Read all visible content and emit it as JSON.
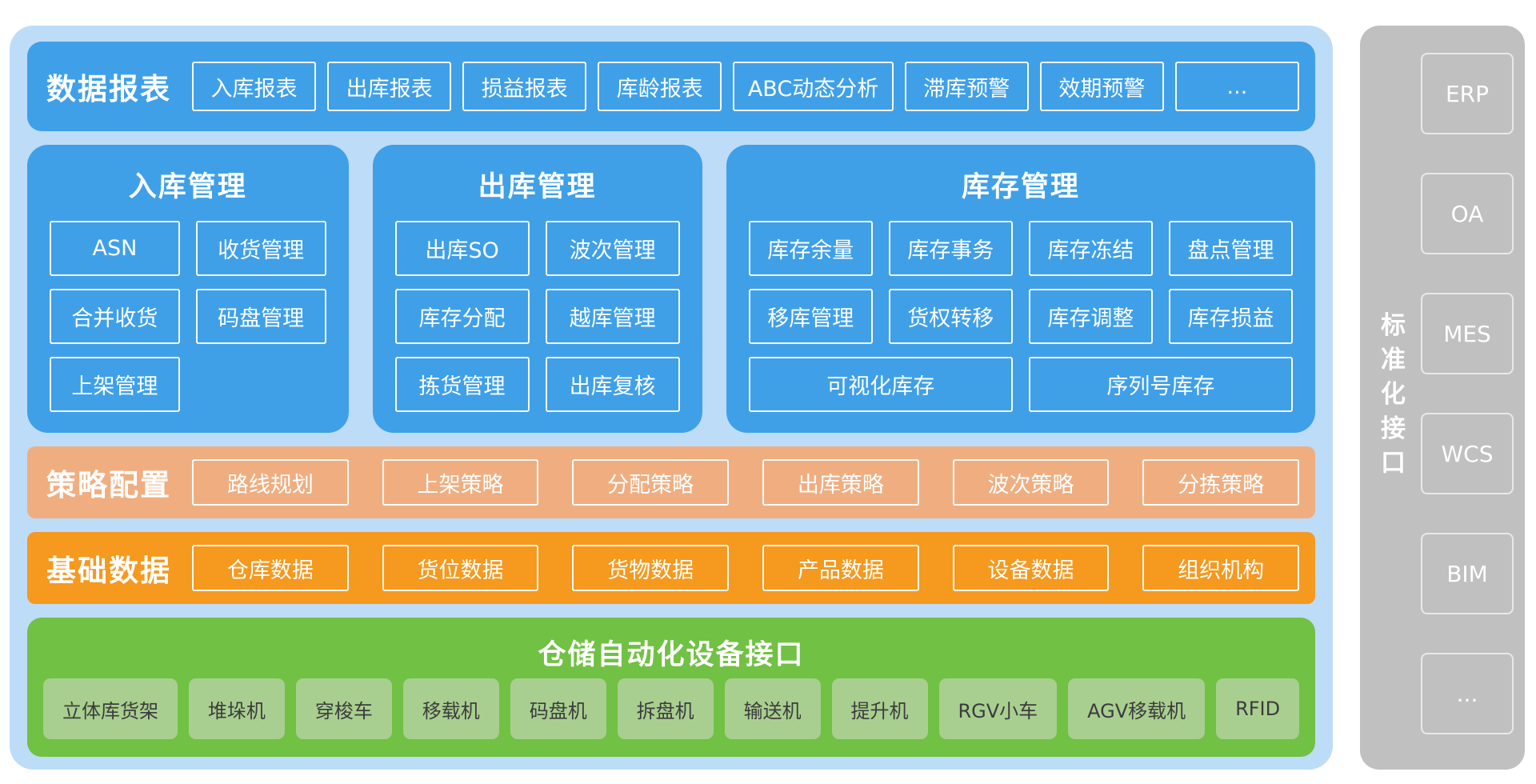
{
  "colors": {
    "container_bg": "#BDDCF8",
    "module_blue": "#3FA0E8",
    "strategy_salmon": "#F0AE80",
    "base_orange": "#F5991F",
    "device_green": "#71C144",
    "device_chip_green": "#A9CF90",
    "sidebar_gray": "#C0C0C0",
    "chip_text_dark": "#3C3C3C",
    "text_white": "#FFFFFF"
  },
  "report_bar": {
    "title": "数据报表",
    "items": [
      "入库报表",
      "出库报表",
      "损益报表",
      "库龄报表",
      "ABC动态分析",
      "滞库预警",
      "效期预警",
      "..."
    ]
  },
  "panels": [
    {
      "title": "入库管理",
      "items": [
        "ASN",
        "收货管理",
        "合并收货",
        "码盘管理",
        "上架管理"
      ]
    },
    {
      "title": "出库管理",
      "items": [
        "出库SO",
        "波次管理",
        "库存分配",
        "越库管理",
        "拣货管理",
        "出库复核"
      ]
    },
    {
      "title": "库存管理",
      "items": [
        "库存余量",
        "库存事务",
        "库存冻结",
        "盘点管理",
        "移库管理",
        "货权转移",
        "库存调整",
        "库存损益",
        "可视化库存",
        "序列号库存"
      ]
    }
  ],
  "strategy_bar": {
    "title": "策略配置",
    "items": [
      "路线规划",
      "上架策略",
      "分配策略",
      "出库策略",
      "波次策略",
      "分拣策略"
    ]
  },
  "base_bar": {
    "title": "基础数据",
    "items": [
      "仓库数据",
      "货位数据",
      "货物数据",
      "产品数据",
      "设备数据",
      "组织机构"
    ]
  },
  "device_bar": {
    "title": "仓储自动化设备接口",
    "items": [
      "立体库货架",
      "堆垛机",
      "穿梭车",
      "移载机",
      "码盘机",
      "拆盘机",
      "输送机",
      "提升机",
      "RGV小车",
      "AGV移载机",
      "RFID"
    ]
  },
  "sidebar": {
    "title": "标准化接口",
    "items": [
      "ERP",
      "OA",
      "MES",
      "WCS",
      "BIM",
      "..."
    ]
  }
}
